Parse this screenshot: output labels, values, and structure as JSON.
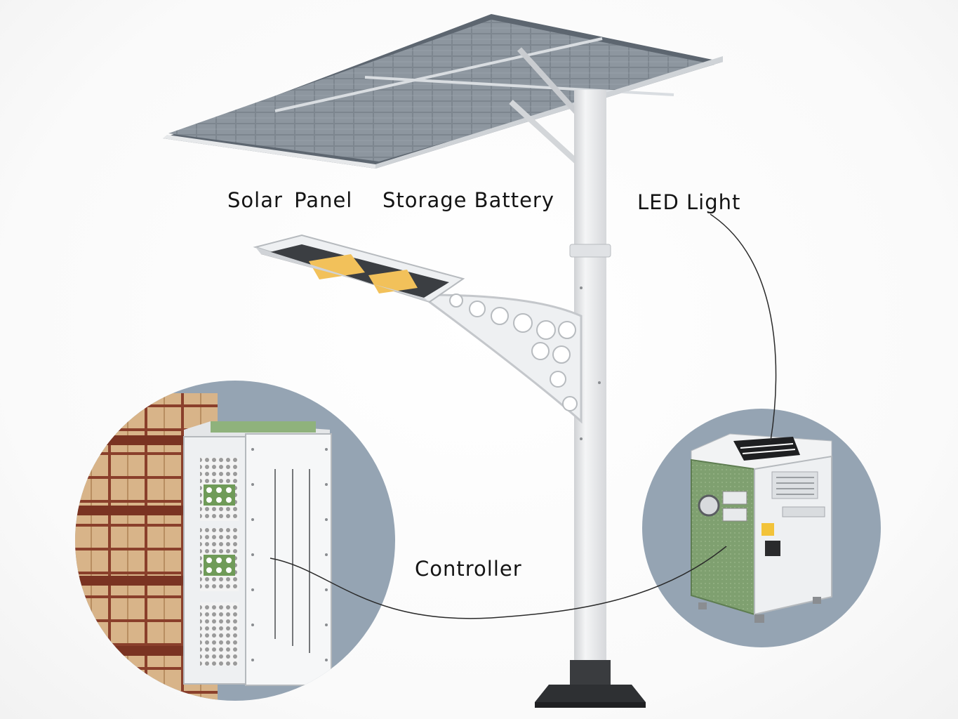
{
  "labels": {
    "solar_panel": "Solar Panel",
    "storage_battery": "Storage Battery",
    "led_light": "LED Light",
    "controller": "Controller"
  },
  "colors": {
    "background": "#ffffff",
    "label_text": "#141414",
    "callout_line": "#2a2a2a",
    "pole": "#e9eaec",
    "panel_cells": "#7b848d",
    "inset_background": "#95a4b3",
    "controller_green": "#7fa070",
    "led_chip": "#f2c15a"
  }
}
